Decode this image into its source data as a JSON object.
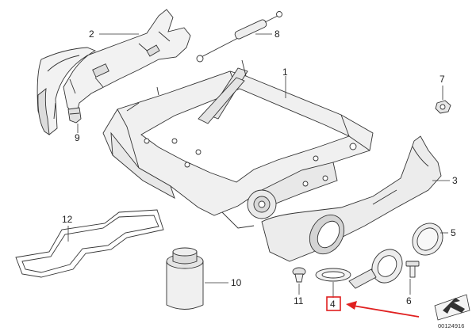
{
  "parts": [
    {
      "number": "1",
      "name": "seat-frame"
    },
    {
      "number": "2",
      "name": "side-panel-left"
    },
    {
      "number": "3",
      "name": "side-trim-right"
    },
    {
      "number": "4",
      "name": "seal-ring"
    },
    {
      "number": "5",
      "name": "cover-cap"
    },
    {
      "number": "6",
      "name": "screw"
    },
    {
      "number": "7",
      "name": "nut"
    },
    {
      "number": "8",
      "name": "gas-spring"
    },
    {
      "number": "9",
      "name": "clip"
    },
    {
      "number": "10",
      "name": "container"
    },
    {
      "number": "11",
      "name": "plug"
    },
    {
      "number": "12",
      "name": "wire-spring-mat"
    }
  ],
  "catalog_number": "00124916",
  "highlight": {
    "part": "4",
    "color": "#e02020"
  }
}
